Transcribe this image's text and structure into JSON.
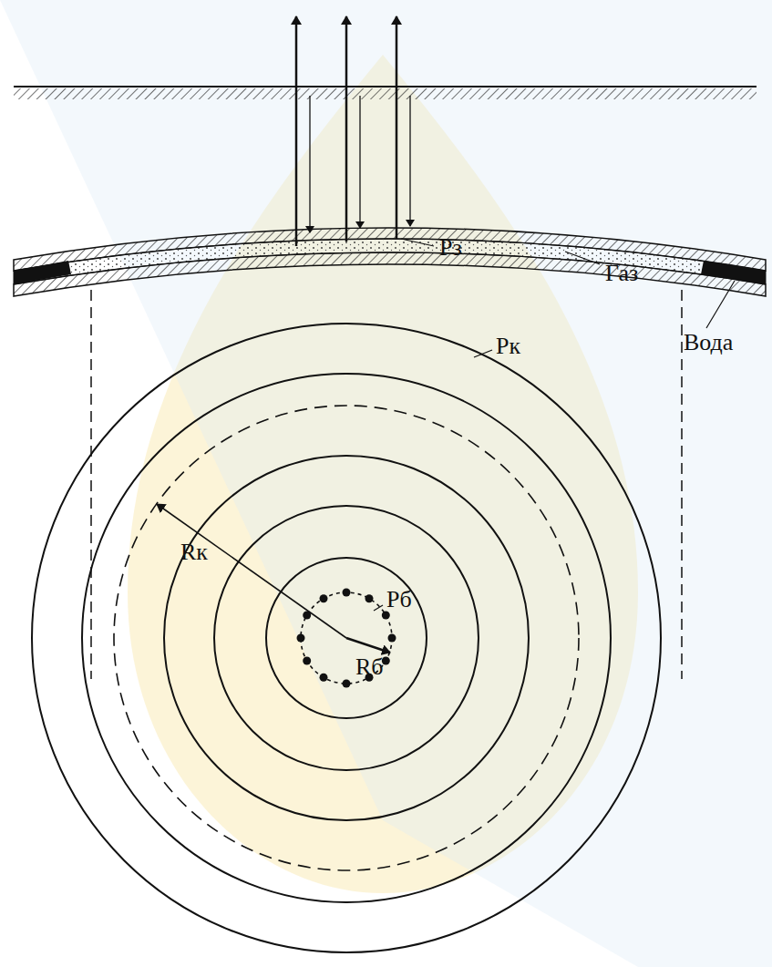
{
  "diagram": {
    "labels": [
      "Рз",
      "Газ",
      "Вода",
      "Рк",
      "Rк",
      "Рб",
      "Rб"
    ]
  }
}
